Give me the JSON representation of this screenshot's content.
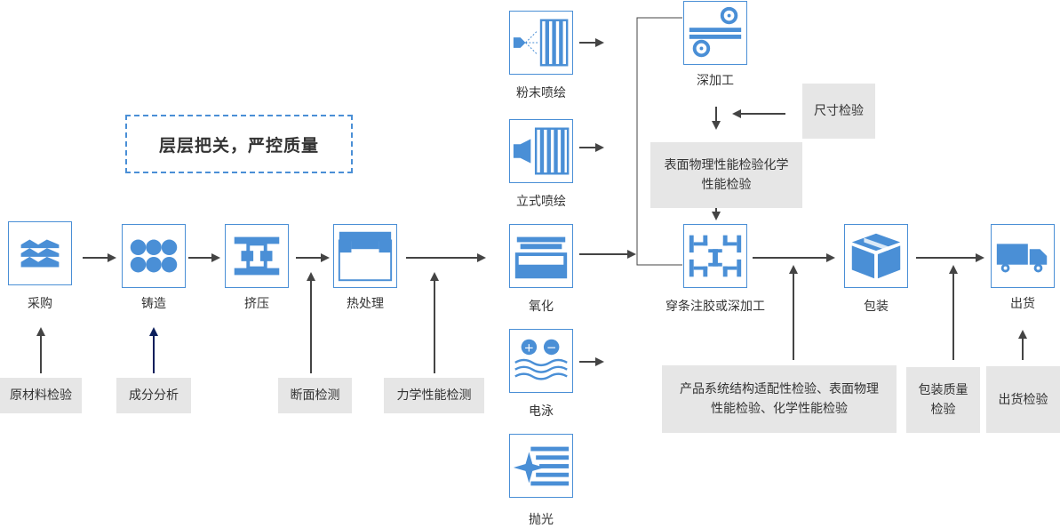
{
  "slogan": "层层把关，严控质量",
  "nodes": {
    "caigou": "采购",
    "zhuzao": "铸造",
    "jiya": "挤压",
    "rechuli": "热处理",
    "fenmo": "粉末喷绘",
    "lishi": "立式喷绘",
    "yanghua": "氧化",
    "dianyong": "电泳",
    "paoguang": "抛光",
    "shenjiagong": "深加工",
    "chuantiao": "穿条注胶或深加工",
    "baozhuang": "包装",
    "chuhuo": "出货"
  },
  "checks": {
    "yuancailiao": "原材料检验",
    "chengfen": "成分分析",
    "duanmian": "断面检测",
    "lixue": "力学性能检测",
    "chicun": "尺寸检验",
    "biaomian_line1": "表面物理性能检验化学",
    "biaomian_line2": "性能检验",
    "chanpin_line1": "产品系统结构适配性检验、表面物理",
    "chanpin_line2": "性能检验、化学性能检验",
    "baozhuang_line1": "包装质量",
    "baozhuang_line2": "检验",
    "chuhuo": "出货检验"
  },
  "colors": {
    "accent": "#4a8fd6",
    "arrow": "#444444",
    "check_bg": "#e6e6e6",
    "dark_arrow": "#0b1f5c"
  }
}
